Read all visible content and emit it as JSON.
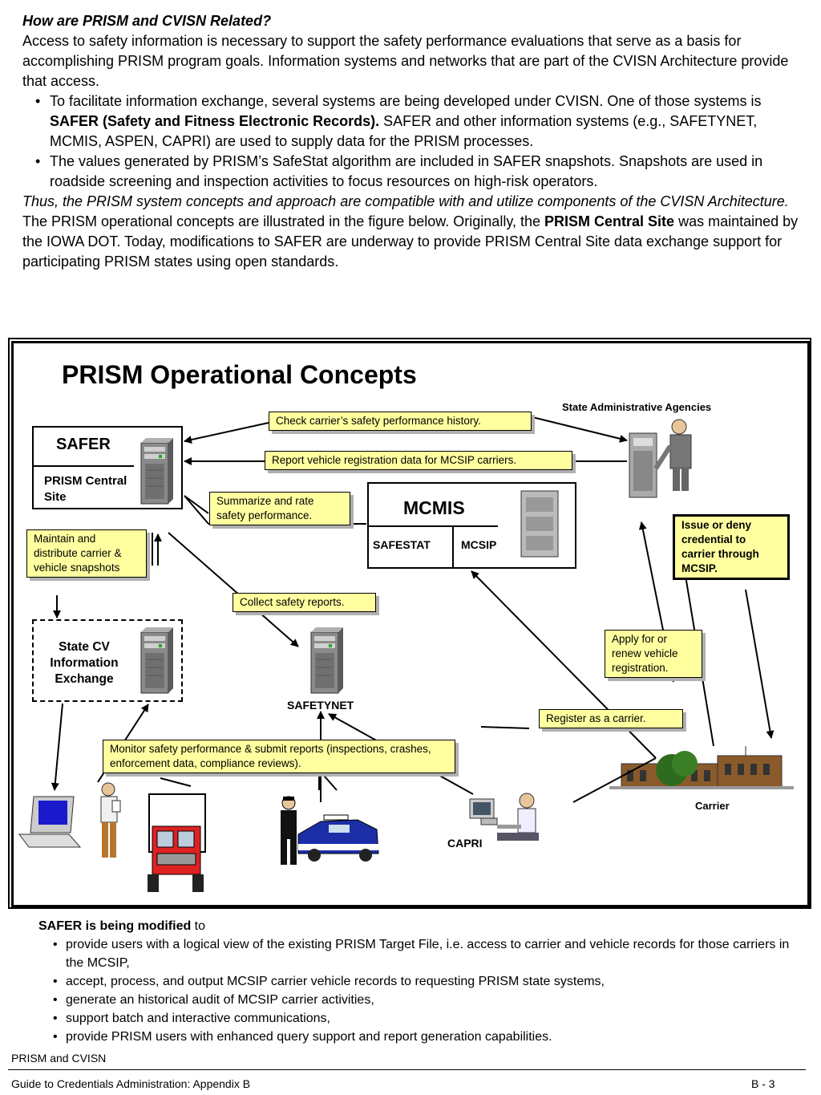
{
  "intro": {
    "heading": "How are PRISM and CVISN Related?",
    "para1": "Access to safety information is necessary to support the safety performance evaluations that serve as a basis for accomplishing PRISM program goals.  Information systems and networks that are part of the CVISN Architecture provide that access.",
    "bullet1_a": "To facilitate information exchange, several systems are being developed under CVISN.  One of those systems is ",
    "bullet1_bold": "SAFER (Safety and Fitness Electronic Records).",
    "bullet1_b": "  SAFER and other information systems (e.g., SAFETYNET, MCMIS, ASPEN, CAPRI) are used to supply data for the PRISM processes.",
    "bullet2": "The values generated by PRISM’s SafeStat algorithm are included in SAFER snapshots.  Snapshots are used in roadside screening and inspection activities to focus resources on high-risk operators.",
    "italic_para": "Thus, the PRISM system concepts and approach are compatible with and utilize components of the CVISN Architecture.",
    "para3_a": "The PRISM operational concepts are illustrated in the figure below.  Originally, the ",
    "para3_bold": "PRISM Central Site",
    "para3_b": " was maintained by the IOWA DOT.  Today, modifications to SAFER are underway to provide PRISM Central Site data exchange support for participating PRISM states using open standards."
  },
  "figure": {
    "title": "PRISM Operational Concepts",
    "state_agencies": "State Administrative Agencies",
    "safer": "SAFER",
    "prism_central": "PRISM Central Site",
    "mcmis": "MCMIS",
    "safestat": "SAFESTAT",
    "mcsip": "MCSIP",
    "state_cv": "State CV Information Exchange",
    "safetynet": "SAFETYNET",
    "capri": "CAPRI",
    "carrier": "Carrier",
    "notes": {
      "check_history": "Check carrier’s safety performance history.",
      "report_registration": "Report vehicle registration data for MCSIP carriers.",
      "summarize": "Summarize and rate safety performance.",
      "maintain": "Maintain and distribute carrier & vehicle snapshots",
      "issue_deny": "Issue or deny credential to carrier through MCSIP.",
      "collect_reports": "Collect safety reports.",
      "apply_renew": "Apply for or renew vehicle registration.",
      "register_carrier": "Register as a carrier.",
      "monitor": "Monitor safety performance & submit reports (inspections, crashes, enforcement data, compliance reviews)."
    }
  },
  "bottom": {
    "lead_bold": "SAFER is being modified",
    "lead_rest": " to",
    "items": [
      "provide users with a logical view of the existing PRISM Target File, i.e. access to carrier and vehicle records for those carriers in the MCSIP,",
      "accept, process, and output MCSIP carrier vehicle records to requesting PRISM state systems,",
      "generate an historical audit of MCSIP carrier activities,",
      "support batch and interactive communications,",
      "provide PRISM users with enhanced query support and report generation capabilities."
    ]
  },
  "footer": {
    "section": "PRISM and CVISN",
    "doc": "Guide to Credentials Administration:  Appendix B",
    "page": "B - 3"
  },
  "colors": {
    "note_bg": "#ffffa0",
    "shadow": "#b0b0b0"
  },
  "icons": [
    "server-icon",
    "person-icon",
    "laptop-icon",
    "truck-icon",
    "police-car-icon",
    "building-icon",
    "computer-user-icon"
  ]
}
